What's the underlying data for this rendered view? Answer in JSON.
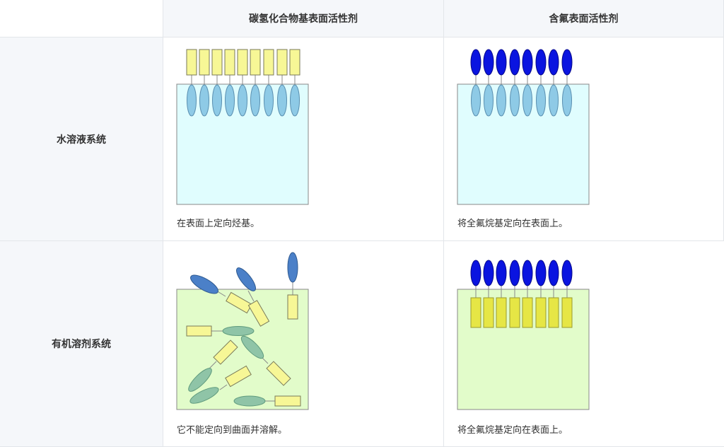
{
  "table": {
    "corner": "",
    "columns": [
      "碳氢化合物基表面活性剂",
      "含氟表面活性剂"
    ],
    "rows": [
      {
        "label": "水溶液系统",
        "captions": [
          "在表面上定向烃基。",
          "将全氟烷基定向在表面上。"
        ]
      },
      {
        "label": "有机溶剂系统",
        "captions": [
          "它不能定向到曲面并溶解。",
          "将全氟烷基定向在表面上。"
        ]
      }
    ]
  },
  "colors": {
    "aqueous_fill": "#e0fdfe",
    "organic_fill": "#e2fcca",
    "hydrocarbon_tail": "#f7f796",
    "hydrophilic_head": "#8ecae6",
    "fluoro_head": "#0a14e0",
    "hydrocarbon_in_organic": "#e6e645",
    "solvated_head": "#8fc4a7",
    "exposed_head": "#4b80c8"
  }
}
